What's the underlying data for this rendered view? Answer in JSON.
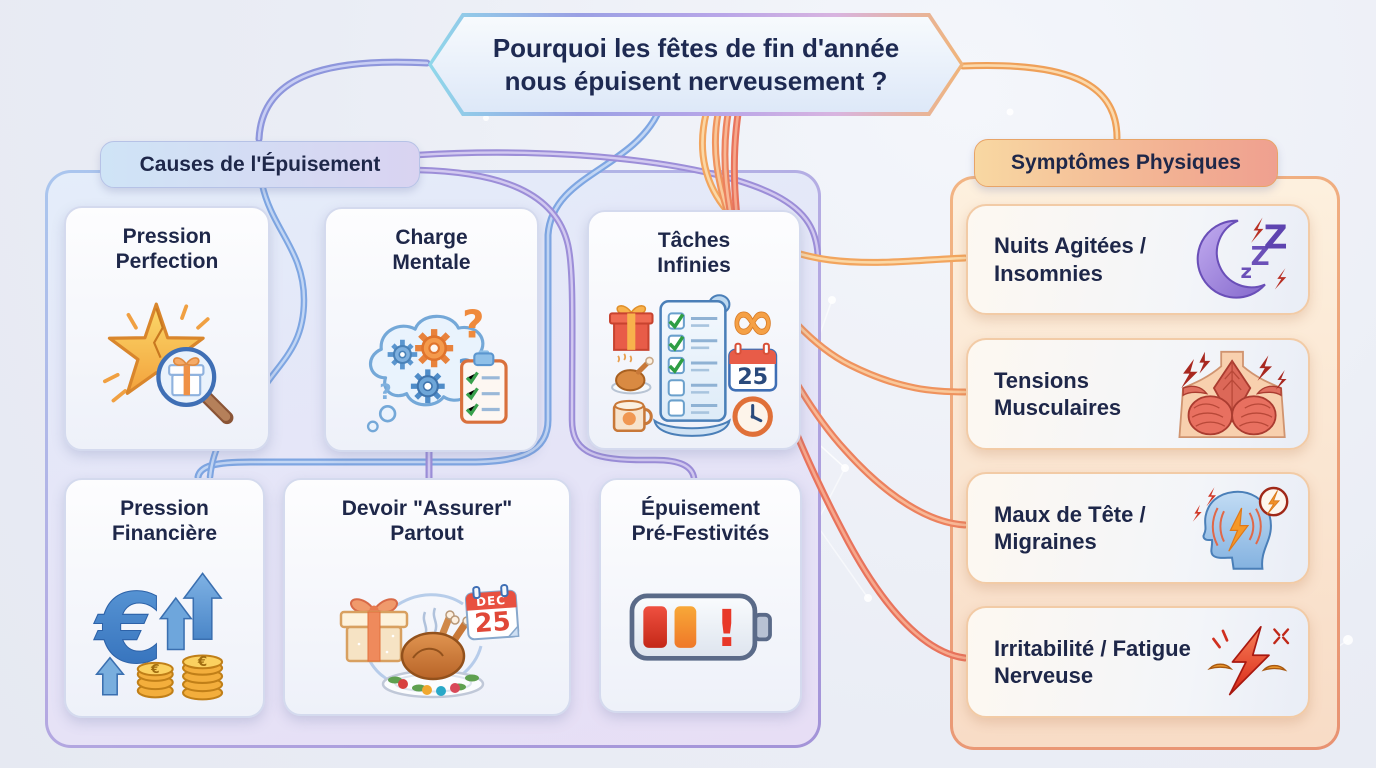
{
  "title": {
    "text": "Pourquoi les fêtes de fin d'année nous épuisent nerveusement ?"
  },
  "causes": {
    "header": "Causes de l'Épuisement",
    "cards": [
      {
        "label": "Pression Perfection",
        "icon": "star-magnifier-icon"
      },
      {
        "label": "Charge Mentale",
        "icon": "brain-gears-icon"
      },
      {
        "label": "Tâches Infinies",
        "icon": "endless-list-icon"
      },
      {
        "label": "Pression Financière",
        "icon": "euro-growth-icon"
      },
      {
        "label": "Devoir \"Assurer\" Partout",
        "icon": "gift-turkey-calendar-icon"
      },
      {
        "label": "Épuisement Pré-Festivités",
        "icon": "low-battery-icon"
      }
    ]
  },
  "symptoms": {
    "header": "Symptômes Physiques",
    "cards": [
      {
        "label": "Nuits Agitées / Insomnies",
        "icon": "moon-zzz-icon"
      },
      {
        "label": "Tensions Musculaires",
        "icon": "back-muscles-icon"
      },
      {
        "label": "Maux de Tête / Migraines",
        "icon": "headache-bolt-icon"
      },
      {
        "label": "Irritabilité / Fatigue Nerveuse",
        "icon": "anger-bolt-icon"
      }
    ]
  },
  "icon_details": {
    "calendar_day": "25",
    "calendar_month": "DEC",
    "euro_symbol": "€",
    "infinity_symbol": "∞",
    "exclamation": "!",
    "question_mark": "?",
    "sleep_z_small": "z",
    "sleep_z_medium": "Z",
    "sleep_z_large": "Z"
  },
  "colors": {
    "text_dark": "#1e2749",
    "causes_accent_blue": "#7ea6e2",
    "causes_accent_purple": "#9c8ed8",
    "symptoms_accent_orange": "#f2a55e",
    "symptoms_accent_red": "#e8735c"
  }
}
